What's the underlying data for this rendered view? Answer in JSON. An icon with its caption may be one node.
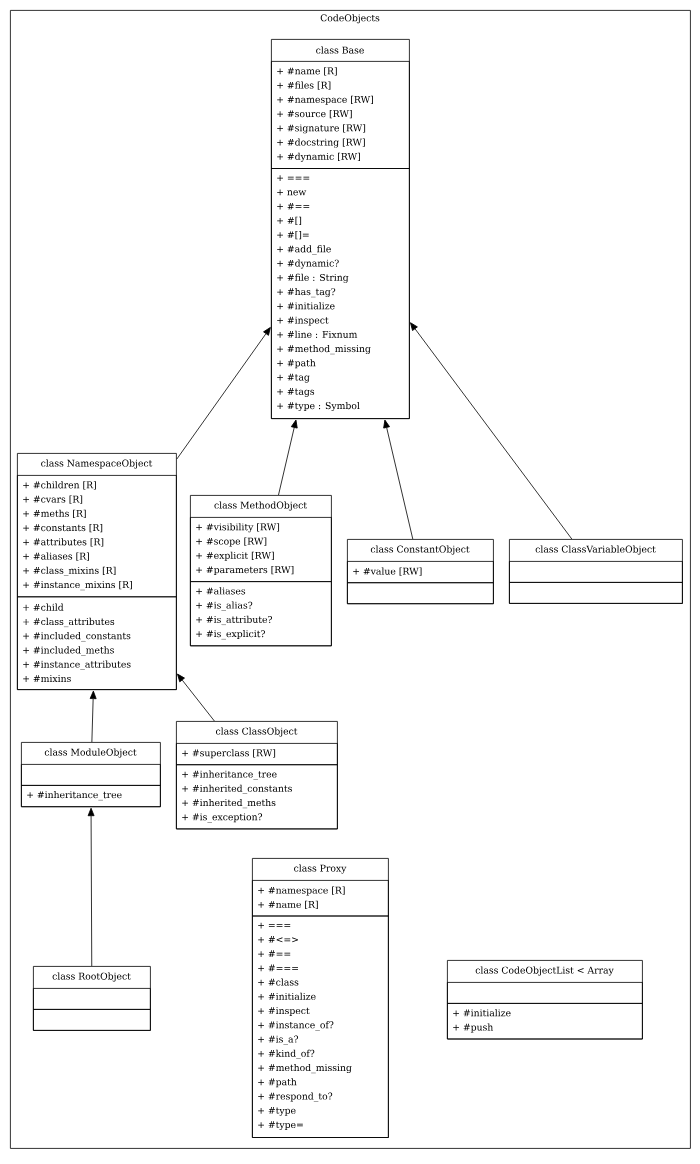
{
  "diagram": {
    "nodes": [
      {
        "text": [
          "CodeObjects"
        ]
      },
      {
        "text": [
          "class Base"
        ],
        "in": 0
      },
      {
        "text": [
          "+ #name [R]",
          "+ #files [R]",
          "+ #namespace [RW]",
          "+ #source [RW]",
          "+ #signature [RW]",
          "+ #docstring [RW]",
          "+ #dynamic [RW]"
        ],
        "in": 1
      },
      {
        "text": [
          "+ ===",
          "+ new",
          "+ #==",
          "+ #[]",
          "+ #[]=",
          "+ #add_file",
          "+ #dynamic?",
          "+ #file : String",
          "+ #has_tag?",
          "+ #initialize",
          "+ #inspect",
          "+ #line : Fixnum",
          "+ #method_missing",
          "+ #path",
          "+ #tag",
          "+ #tags",
          "+ #type : Symbol"
        ],
        "in": 1
      },
      {
        "text": [
          "class NamespaceObject"
        ],
        "in": 0
      },
      {
        "text": [
          "+ #children [R]",
          "+ #cvars [R]",
          "+ #meths [R]",
          "+ #constants [R]",
          "+ #attributes [R]",
          "+ #aliases [R]",
          "+ #class_mixins [R]",
          "+ #instance_mixins [R]"
        ],
        "in": 4
      },
      {
        "text": [
          "+ #child",
          "+ #class_attributes",
          "+ #included_constants",
          "+ #included_meths",
          "+ #instance_attributes",
          "+ #mixins"
        ],
        "in": 4
      },
      {
        "text": [
          "class MethodObject"
        ],
        "in": 0
      },
      {
        "text": [
          "+ #visibility [RW]",
          "+ #scope [RW]",
          "+ #explicit [RW]",
          "+ #parameters [RW]"
        ],
        "in": 7
      },
      {
        "text": [
          "+ #aliases",
          "+ #is_alias?",
          "+ #is_attribute?",
          "+ #is_explicit?"
        ],
        "in": 7
      },
      {
        "text": [
          "class ConstantObject"
        ],
        "in": 0
      },
      {
        "text": [
          "+ #value [RW]"
        ],
        "in": 10
      },
      {
        "text": [],
        "shape": "box",
        "in": 10
      },
      {
        "text": [
          "class ClassVariableObject"
        ],
        "in": 0
      },
      {
        "text": [],
        "shape": "box",
        "in": 13
      },
      {
        "text": [],
        "shape": "box",
        "in": 13
      },
      {
        "text": [
          "class ModuleObject"
        ],
        "in": 0
      },
      {
        "text": [],
        "shape": "box",
        "in": 16
      },
      {
        "text": [
          "+ #inheritance_tree"
        ],
        "in": 16
      },
      {
        "text": [
          "class ClassObject"
        ],
        "in": 0
      },
      {
        "text": [
          "+ #superclass [RW]"
        ],
        "in": 19
      },
      {
        "text": [
          "+ #inheritance_tree",
          "+ #inherited_constants",
          "+ #inherited_meths",
          "+ #is_exception?"
        ],
        "in": 19
      },
      {
        "text": [
          "class Proxy"
        ],
        "in": 0
      },
      {
        "text": [
          "+ #namespace [R]",
          "+ #name [R]"
        ],
        "in": 22
      },
      {
        "text": [
          "+ ===",
          "+ #<=>",
          "+ #==",
          "+ #===",
          "+ #class",
          "+ #initialize",
          "+ #inspect",
          "+ #instance_of?",
          "+ #is_a?",
          "+ #kind_of?",
          "+ #method_missing",
          "+ #path",
          "+ #respond_to?",
          "+ #type",
          "+ #type="
        ],
        "in": 22
      },
      {
        "text": [
          "class CodeObjectList < Array"
        ],
        "in": 0
      },
      {
        "text": [],
        "shape": "box",
        "in": 25
      },
      {
        "text": [
          "+ #initialize",
          "+ #push"
        ],
        "in": 25
      },
      {
        "text": [
          "class RootObject"
        ],
        "in": 0
      },
      {
        "text": [],
        "shape": "box",
        "in": 28
      },
      {
        "text": [],
        "shape": "box",
        "in": 28
      }
    ],
    "edges": [
      {
        "from": 4,
        "to": 1,
        "arrow": "to"
      },
      {
        "from": 7,
        "to": 1,
        "arrow": "to"
      },
      {
        "from": 10,
        "to": 1,
        "arrow": "to"
      },
      {
        "from": 13,
        "to": 1,
        "arrow": "to"
      },
      {
        "from": 16,
        "to": 4,
        "arrow": "to"
      },
      {
        "from": 19,
        "to": 4,
        "arrow": "to"
      },
      {
        "from": 28,
        "to": 16,
        "arrow": "to"
      }
    ]
  }
}
